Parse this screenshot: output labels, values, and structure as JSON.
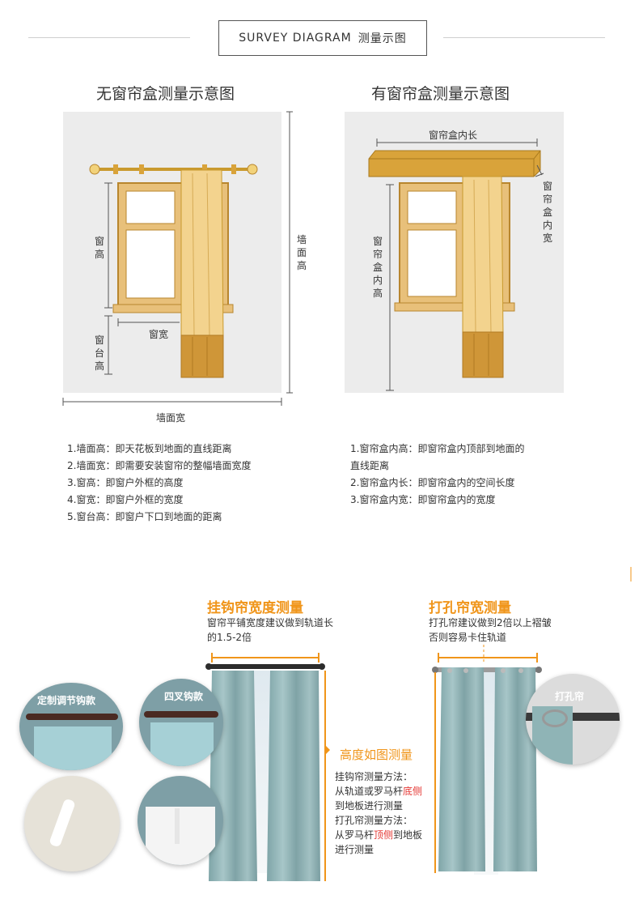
{
  "header": {
    "title_en": "SURVEY DIAGRAM",
    "title_cn": "测量示图"
  },
  "diagram_left": {
    "title": "无窗帘盒测量示意图",
    "labels": {
      "window_height": "窗高",
      "window_width": "窗宽",
      "sill_height": "窗台高",
      "wall_height": "墙面高",
      "wall_width": "墙面宽"
    },
    "notes": [
      "1.墙面高：即天花板到地面的直线距离",
      "2.墙面宽：即需要安装窗帘的整幅墙面宽度",
      "3.窗高：即窗户外框的高度",
      "4.窗宽：即窗户外框的宽度",
      "5.窗台高：即窗户下口到地面的距离"
    ]
  },
  "diagram_right": {
    "title": "有窗帘盒测量示意图",
    "labels": {
      "box_length": "窗帘盒内长",
      "box_width": "窗帘盒内宽",
      "box_height": "窗帘盒内高"
    },
    "notes": [
      "1.窗帘盒内高：即窗帘盒内顶部到地面的",
      "直线距离",
      "2.窗帘盒内长：即窗帘盒内的空间长度",
      "3.窗帘盒内宽：即窗帘盒内的宽度"
    ]
  },
  "hook_section": {
    "title": "挂钩帘宽度测量",
    "desc_line1": "窗帘平铺宽度建议做到轨道长",
    "desc_line2": "的1.5-2倍",
    "badge1": "定制调节钩款",
    "badge2": "四叉钩款"
  },
  "grommet_section": {
    "title": "打孔帘宽测量",
    "desc_line1": "打孔帘建议做到2倍以上褶皱",
    "desc_line2": "否则容易卡住轨道",
    "badge": "打孔帘"
  },
  "height_section": {
    "title": "高度如图测量",
    "l1": "挂钩帘测量方法：",
    "l2a": "从轨道或罗马杆",
    "l2b": "底侧",
    "l3": "到地板进行测量",
    "l4": "打孔帘测量方法：",
    "l5a": "从罗马杆",
    "l5b": "顶侧",
    "l5c": "到地板",
    "l6": "进行测量"
  },
  "colors": {
    "accent_orange": "#f0951a",
    "highlight_red": "#e53935",
    "curtain_blue": "#8fb4b6",
    "wood": "#d9a33a"
  }
}
